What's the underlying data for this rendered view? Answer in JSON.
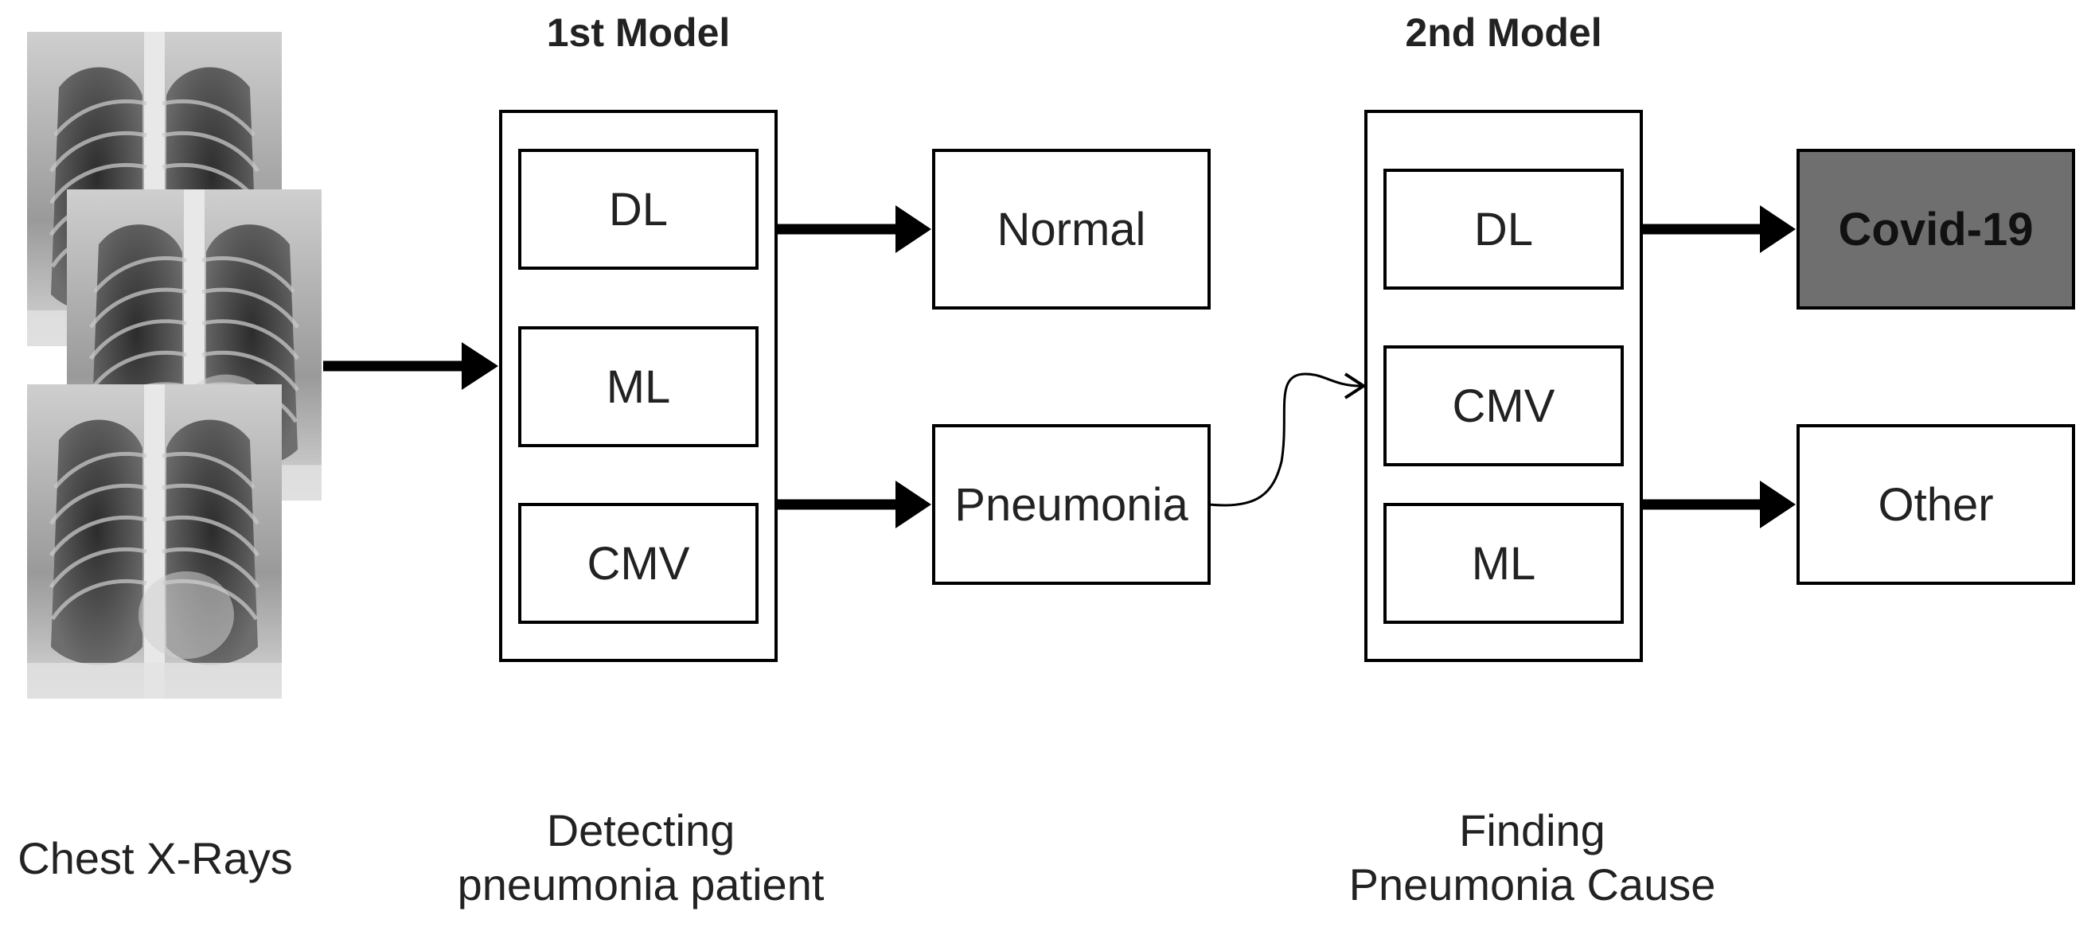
{
  "model1": {
    "title": "1st Model",
    "methods": [
      "DL",
      "ML",
      "CMV"
    ],
    "caption_line1": "Detecting",
    "caption_line2": "pneumonia patient"
  },
  "model2": {
    "title": "2nd Model",
    "methods": [
      "DL",
      "CMV",
      "ML"
    ],
    "caption_line1": "Finding",
    "caption_line2": "Pneumonia Cause"
  },
  "input": {
    "caption": "Chest X-Rays"
  },
  "outputs1": {
    "normal": "Normal",
    "pneumonia": "Pneumonia"
  },
  "outputs2": {
    "covid": "Covid-19",
    "other": "Other"
  },
  "colors": {
    "stroke": "#000000",
    "covid_fill": "#6f6f6f",
    "text": "#222222"
  }
}
